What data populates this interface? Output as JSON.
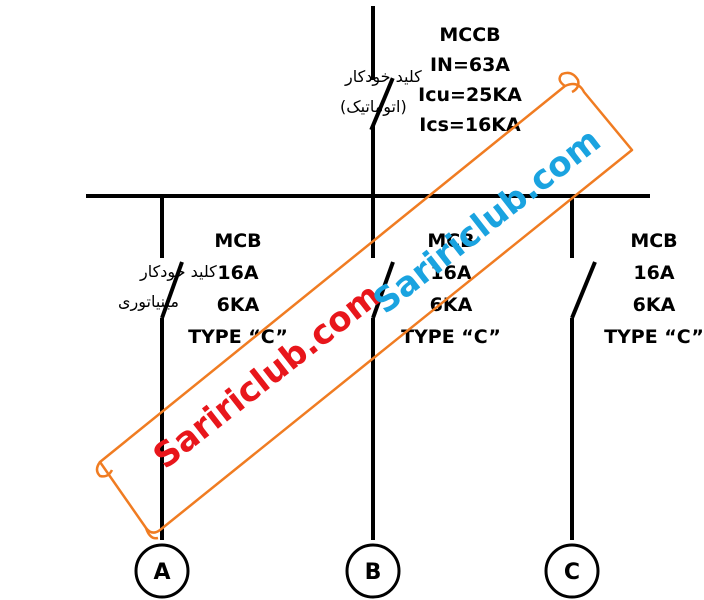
{
  "main_breaker": {
    "label_fa_line1": "کلید خودکار",
    "label_fa_line2": "(اتوماتیک)",
    "spec": [
      "MCCB",
      "IN=63A",
      "Icu=25KA",
      "Ics=16KA"
    ]
  },
  "branch_breakers": {
    "label_fa_line1": "کلید خودکار",
    "label_fa_line2": "مینیاتوری",
    "items": [
      {
        "spec": [
          "MCB",
          "16A",
          "6KA",
          "TYPE “C”"
        ],
        "node": "A"
      },
      {
        "spec": [
          "MCB",
          "16A",
          "6KA",
          "TYPE “C”"
        ],
        "node": "B"
      },
      {
        "spec": [
          "MCB",
          "16A",
          "6KA",
          "TYPE “C”"
        ],
        "node": "C"
      }
    ]
  },
  "watermark": {
    "text_red": "Saririclub.com",
    "text_blue": "Saririclub.com",
    "color_red": "#e8161b",
    "color_blue": "#1aa3e0",
    "scroll_color": "#f07c22"
  }
}
